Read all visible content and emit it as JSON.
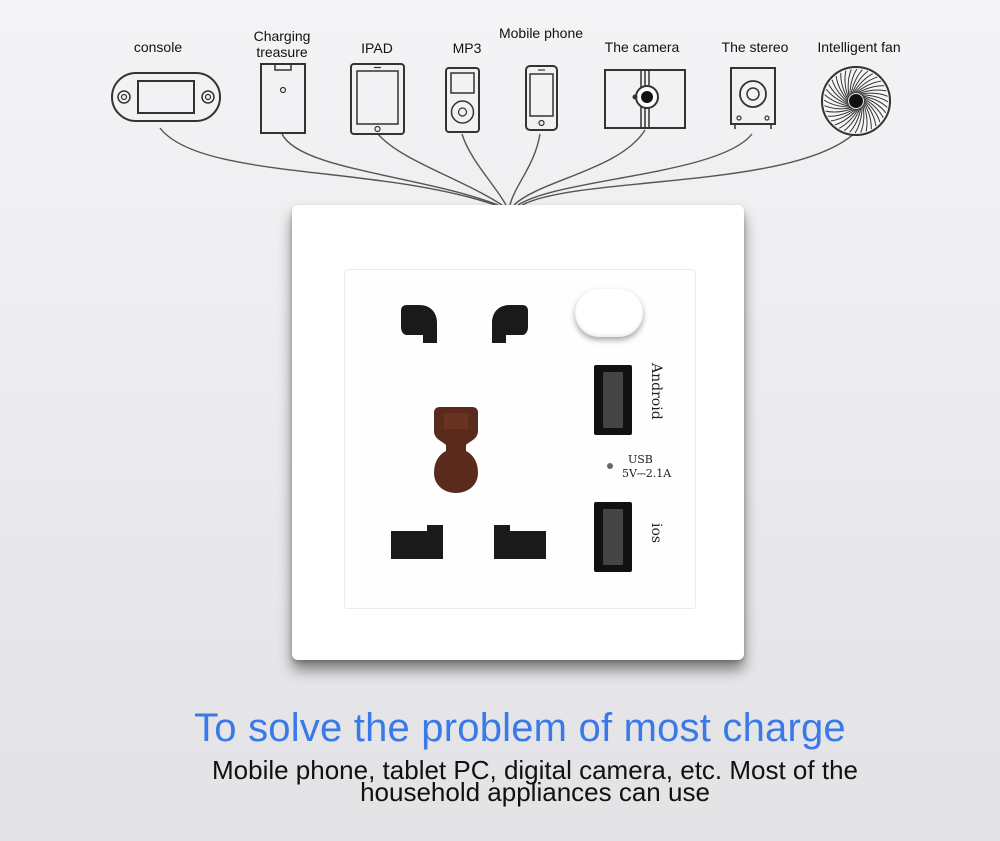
{
  "devices": [
    {
      "label": "console",
      "icon": "game-console-icon"
    },
    {
      "label": "Charging treasure",
      "icon": "power-bank-icon"
    },
    {
      "label": "IPAD",
      "icon": "tablet-icon"
    },
    {
      "label": "MP3",
      "icon": "mp3-player-icon"
    },
    {
      "label": "Mobile phone",
      "icon": "mobile-phone-icon"
    },
    {
      "label": "The camera",
      "icon": "camera-icon"
    },
    {
      "label": "The stereo",
      "icon": "speaker-icon"
    },
    {
      "label": "Intelligent fan",
      "icon": "fan-icon"
    }
  ],
  "socket": {
    "usb_top_label": "Android",
    "usb_bottom_label": "ios",
    "usb_spec_line1": "USB",
    "usb_spec_line2": "5V⎓2.1A"
  },
  "caption": {
    "headline": "To solve the problem of most charge",
    "line1": "Mobile phone, tablet PC, digital camera, etc. Most of the",
    "line2": "household appliances can use"
  },
  "colors": {
    "headline": "#3a79e8",
    "socket_hole": "#1a1a1a",
    "earth_hole": "#5a2a1c",
    "plate": "#ffffff"
  }
}
